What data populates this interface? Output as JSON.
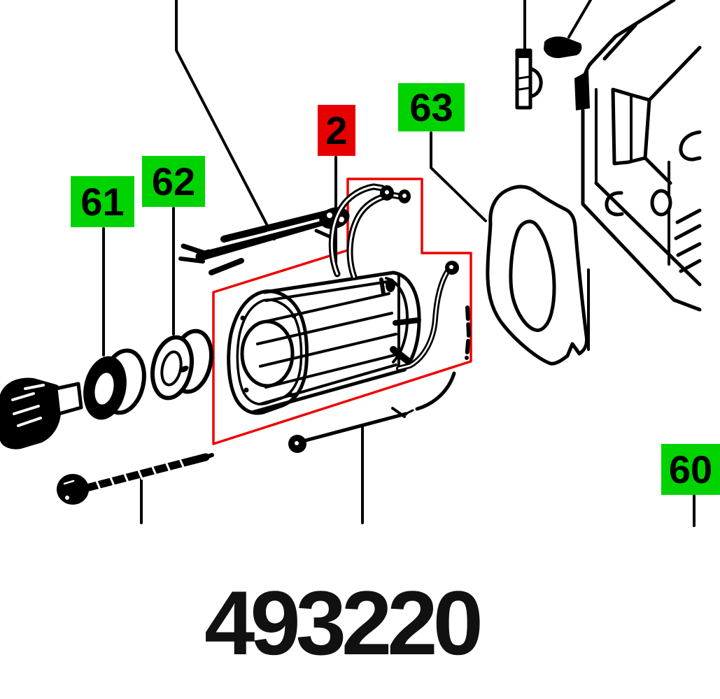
{
  "part_number": "493220",
  "callouts": {
    "n2": "2",
    "n60": "60",
    "n61": "61",
    "n62": "62",
    "n63": "63"
  },
  "highlighted_callout": "2",
  "colors": {
    "callout_bg_green": "#00d300",
    "callout_bg_red": "#e60000",
    "highlight_outline": "#ee0000",
    "line_art": "#000000",
    "page_bg": "#ffffff"
  }
}
